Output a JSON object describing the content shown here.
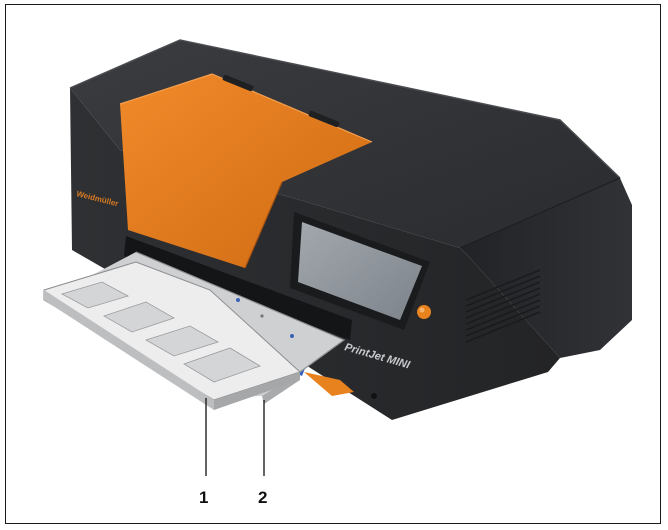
{
  "labels": {
    "brand": "Weidmüller",
    "model": "PrintJet MINI",
    "callout_1": "1",
    "callout_2": "2"
  },
  "colors": {
    "housing": "#2b2d30",
    "cover": "#e07a1f",
    "screen": "#8e949b",
    "tray": "#e8e8e8",
    "frame": "#1a1a1a"
  },
  "icons": {
    "power_button": "orange-circle-button",
    "vent": "side-vent-grille"
  }
}
